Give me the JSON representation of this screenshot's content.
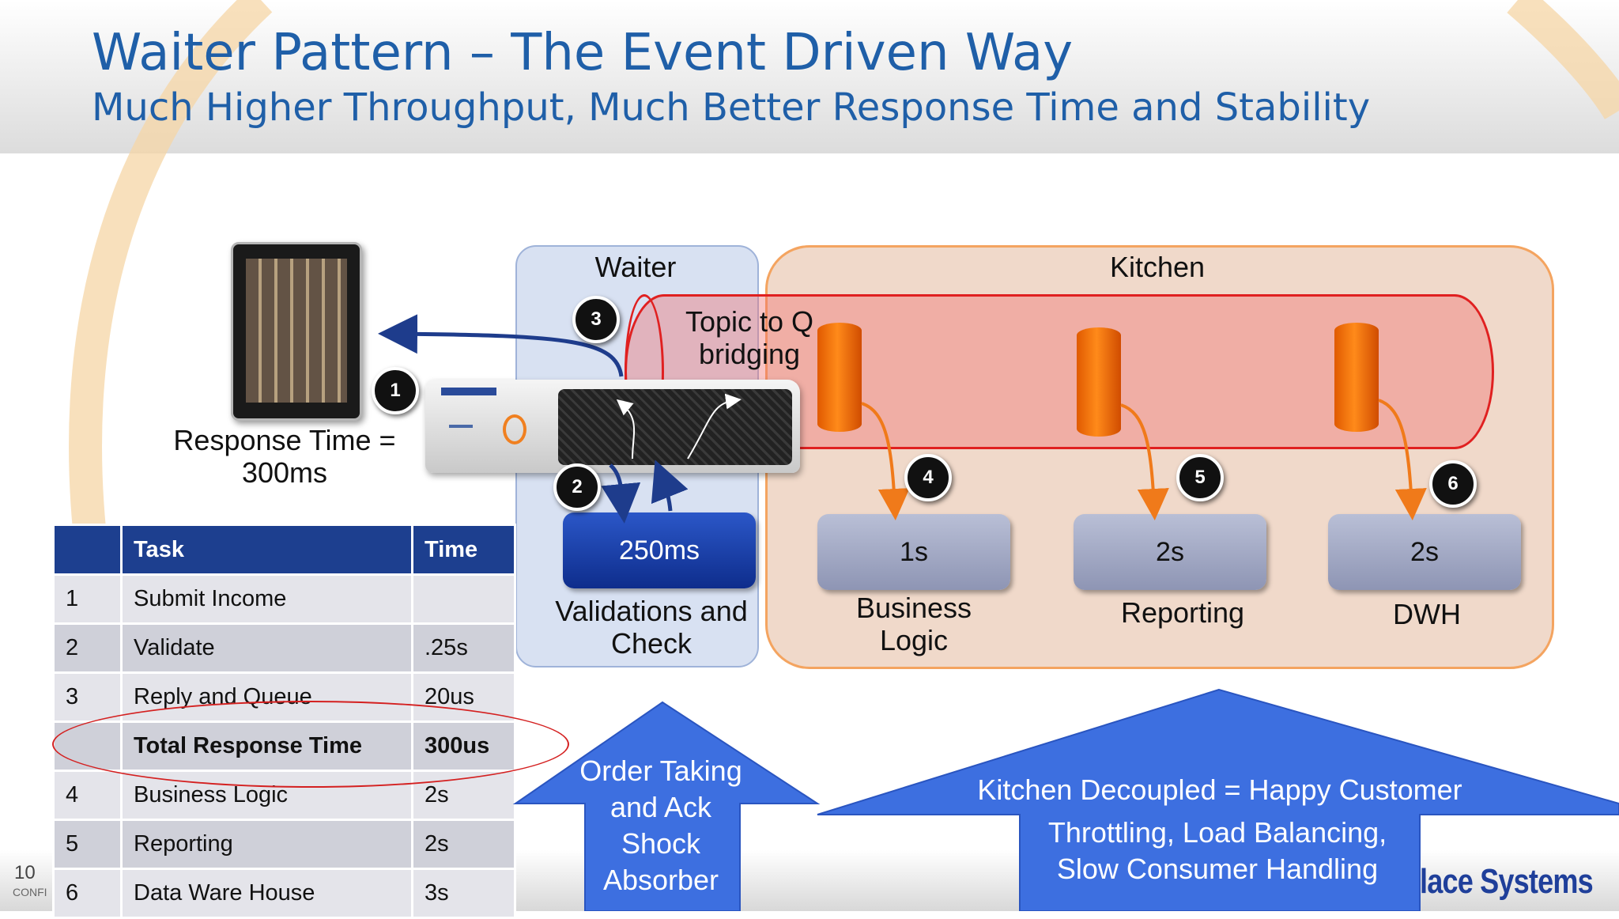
{
  "slide": {
    "title": "Waiter Pattern – The Event Driven Way",
    "subtitle": "Much Higher Throughput, Much Better Response Time and Stability",
    "page_number": "10",
    "footer_confidential": "CONFI",
    "brand_logo": "lace Systems"
  },
  "client": {
    "response_line1": "Response Time =",
    "response_line2": "300ms"
  },
  "waiter": {
    "label": "Waiter",
    "bridging_line1": "Topic to Q",
    "bridging_line2": "bridging",
    "box_value": "250ms",
    "caption_line1": "Validations and",
    "caption_line2": "Check"
  },
  "kitchen": {
    "label": "Kitchen",
    "stages": [
      {
        "value": "1s",
        "caption_line1": "Business",
        "caption_line2": "Logic"
      },
      {
        "value": "2s",
        "caption_line1": "Reporting",
        "caption_line2": ""
      },
      {
        "value": "2s",
        "caption_line1": "DWH",
        "caption_line2": ""
      }
    ]
  },
  "badges": [
    "1",
    "2",
    "3",
    "4",
    "5",
    "6"
  ],
  "table": {
    "headers": [
      "",
      "Task",
      "Time"
    ],
    "rows": [
      [
        "1",
        "Submit Income",
        ""
      ],
      [
        "2",
        "Validate",
        ".25s"
      ],
      [
        "3",
        "Reply and Queue",
        "20us"
      ],
      [
        "",
        "Total Response Time",
        "300us"
      ],
      [
        "4",
        "Business Logic",
        "2s"
      ],
      [
        "5",
        "Reporting",
        "2s"
      ],
      [
        "6",
        "Data Ware House",
        "3s"
      ]
    ]
  },
  "callouts": {
    "order_line1": "Order Taking",
    "order_line2": "and Ack",
    "order_line3": "Shock",
    "order_line4": "Absorber",
    "kitchen_main": "Kitchen Decoupled = Happy Customer",
    "kitchen_sub1": "Throttling, Load Balancing,",
    "kitchen_sub2": "Slow Consumer Handling"
  },
  "colors": {
    "title_blue": "#1f5fa8",
    "table_header": "#1d3f8f",
    "callout_arrow": "#3d6fe0",
    "kitchen_orange": "#f4a460",
    "queue_orange": "#ff7a00"
  }
}
